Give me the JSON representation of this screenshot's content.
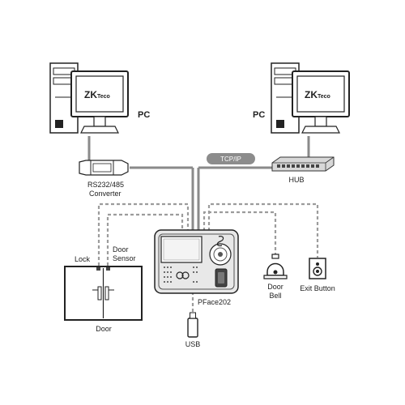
{
  "pc_left": {
    "brand": "ZK",
    "brand_suffix": "Teco",
    "label": "PC"
  },
  "pc_right": {
    "brand": "ZK",
    "brand_suffix": "Teco",
    "label": "PC"
  },
  "network": {
    "label": "TCP/IP"
  },
  "hub": {
    "label": "HUB"
  },
  "converter": {
    "label_line1": "RS232/485",
    "label_line2": "Converter"
  },
  "door": {
    "lock_label": "Lock",
    "sensor_label_line1": "Door",
    "sensor_label_line2": "Sensor",
    "label": "Door"
  },
  "device": {
    "label": "PFace202"
  },
  "usb": {
    "label": "USB"
  },
  "doorbell": {
    "label_line1": "Door",
    "label_line2": "Bell"
  },
  "exit_button": {
    "label": "Exit Button"
  },
  "colors": {
    "line": "#888888",
    "dashed": "#999999",
    "pill": "#8c8c8c",
    "device": "#e8e8e8"
  }
}
